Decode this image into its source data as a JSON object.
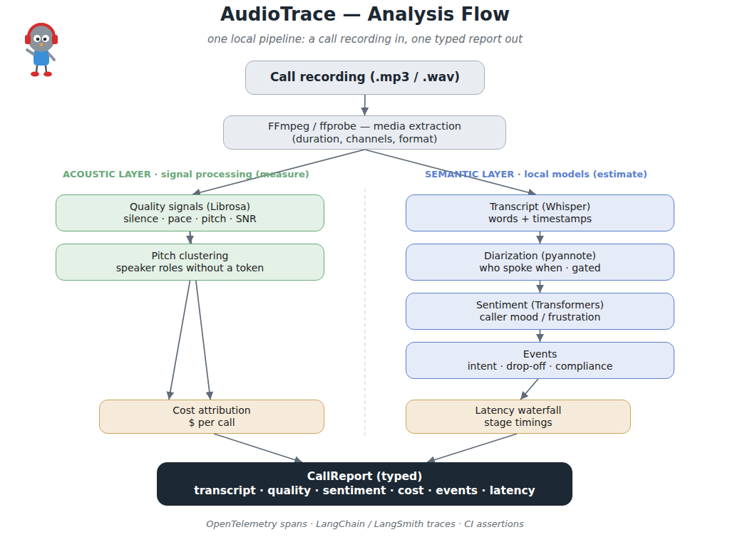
{
  "diagram": {
    "title": "AudioTrace — Analysis Flow",
    "caption": "OpenTelemetry spans  ·  LangChain / LangSmith traces  ·  CI assertions",
    "nodes": [
      {
        "text": [
          "Call recording  (.mp3 / .wav)"
        ]
      },
      {
        "text": [
          "FFmpeg / ffprobe  —  media extraction (duration, channels, format)"
        ]
      },
      {
        "text": [
          "Quality signals (Librosa)",
          "silence · pace · pitch · SNR"
        ]
      },
      {
        "text": [
          "Pitch clustering",
          "speaker roles without a token"
        ]
      },
      {
        "text": [
          "Transcript (Whisper)",
          "words + timestamps"
        ]
      },
      {
        "text": [
          "Diarization (pyannote)",
          "who spoke when  ·  gated"
        ]
      },
      {
        "text": [
          "Sentiment (Transformers)",
          "caller mood / frustration"
        ]
      },
      {
        "text": [
          "Events",
          "intent · drop-off · compliance"
        ]
      },
      {
        "text": [
          "Cost attribution",
          "$ per call"
        ]
      },
      {
        "text": [
          "Latency waterfall",
          "stage timings"
        ]
      },
      {
        "text": [
          "CallReport  (typed)",
          "transcript · quality · sentiment · cost · events · latency"
        ]
      }
    ],
    "edges": [
      {
        "from": 0,
        "to": 1,
        "arrow": "to"
      },
      {
        "from": 1,
        "to": 2,
        "arrow": "to"
      },
      {
        "from": 1,
        "to": 4,
        "arrow": "to"
      },
      {
        "from": 2,
        "to": 3,
        "arrow": "to"
      },
      {
        "from": 3,
        "to": 8,
        "arrow": "to"
      },
      {
        "from": 2,
        "to": 8,
        "arrow": "to"
      },
      {
        "from": 4,
        "to": 5,
        "arrow": "to"
      },
      {
        "from": 5,
        "to": 6,
        "arrow": "to"
      },
      {
        "from": 6,
        "to": 7,
        "arrow": "to"
      },
      {
        "from": 7,
        "to": 9,
        "arrow": "to"
      },
      {
        "from": 8,
        "to": 10,
        "arrow": "to"
      },
      {
        "from": 9,
        "to": 10,
        "arrow": "to"
      }
    ],
    "labels": [
      "one local pipeline: a call recording in, one typed report out",
      "ACOUSTIC LAYER  ·  signal processing (measure)",
      "SEMANTIC LAYER  ·  local models (estimate)"
    ]
  }
}
